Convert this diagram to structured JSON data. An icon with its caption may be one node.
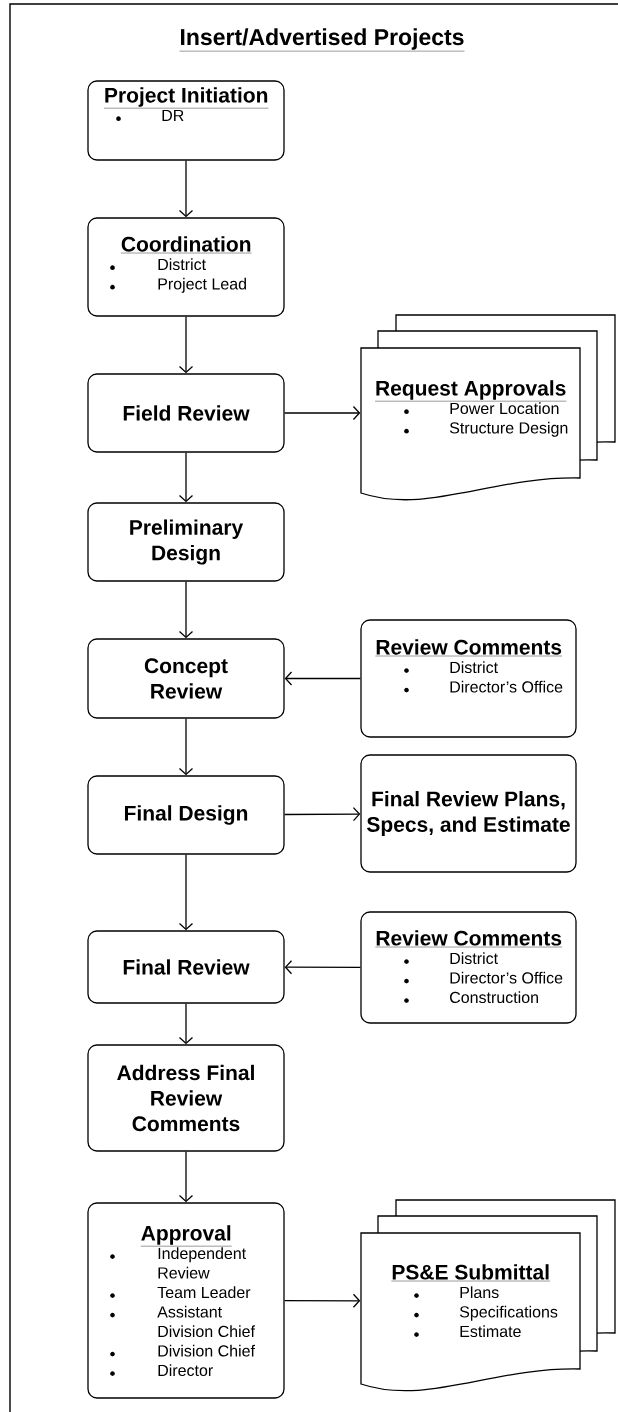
{
  "diagram": {
    "title": "Insert/Advertised Projects",
    "nodes": [
      {
        "text": [
          "Project Initiation",
          "DR"
        ]
      },
      {
        "text": [
          "Coordination",
          "District",
          "Project Lead"
        ]
      },
      {
        "text": [
          "Field Review"
        ]
      },
      {
        "text": [
          "Request Approvals",
          "Power Location",
          "Structure Design"
        ]
      },
      {
        "text": [
          "Preliminary Design"
        ]
      },
      {
        "text": [
          "Concept Review"
        ]
      },
      {
        "text": [
          "Review Comments",
          "District",
          "Director’s Office"
        ]
      },
      {
        "text": [
          "Final Design"
        ]
      },
      {
        "text": [
          "Final Review Plans, Specs, and Estimate"
        ]
      },
      {
        "text": [
          "Final Review"
        ]
      },
      {
        "text": [
          "Review Comments",
          "District",
          "Director’s Office",
          "Construction"
        ]
      },
      {
        "text": [
          "Address Final Review Comments"
        ]
      },
      {
        "text": [
          "Approval",
          "Independent Review",
          "Team Leader",
          "Assistant Division Chief",
          "Division Chief",
          "Director"
        ]
      },
      {
        "text": [
          "PS&E Submittal",
          "Plans",
          "Specifications",
          "Estimate"
        ]
      }
    ],
    "edges": [
      {
        "from": 0,
        "to": 1,
        "arrow": "to"
      },
      {
        "from": 1,
        "to": 2,
        "arrow": "to"
      },
      {
        "from": 2,
        "to": 3,
        "arrow": "to"
      },
      {
        "from": 2,
        "to": 4,
        "arrow": "to"
      },
      {
        "from": 4,
        "to": 5,
        "arrow": "to"
      },
      {
        "from": 6,
        "to": 5,
        "arrow": "to"
      },
      {
        "from": 5,
        "to": 7,
        "arrow": "to"
      },
      {
        "from": 7,
        "to": 8,
        "arrow": "to"
      },
      {
        "from": 7,
        "to": 9,
        "arrow": "to"
      },
      {
        "from": 10,
        "to": 9,
        "arrow": "to"
      },
      {
        "from": 9,
        "to": 11,
        "arrow": "to"
      },
      {
        "from": 11,
        "to": 12,
        "arrow": "to"
      },
      {
        "from": 12,
        "to": 13,
        "arrow": "to"
      }
    ]
  }
}
